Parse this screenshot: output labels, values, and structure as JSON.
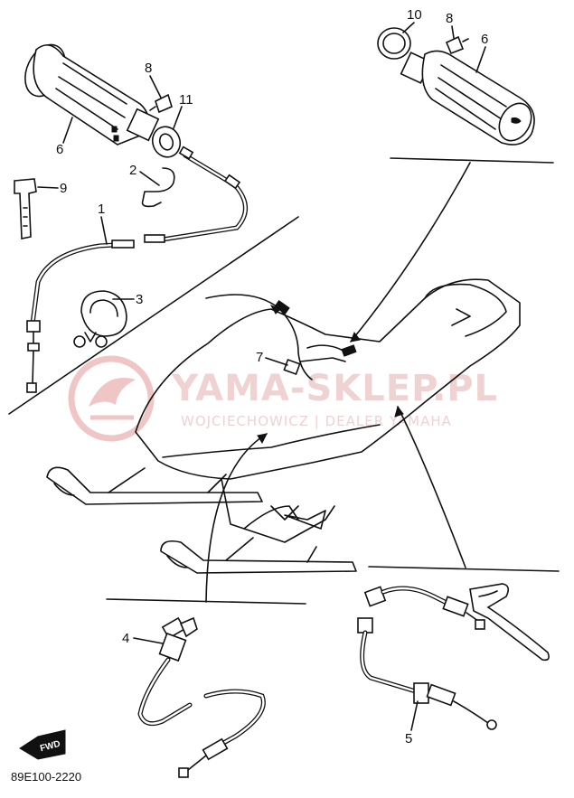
{
  "watermark": {
    "brand": "YAMA-SKLEP.PL",
    "dealer": "WOJCIECHOWICZ | DEALER YAMAHA"
  },
  "diagram_code": "89E100-2220",
  "fwd_label": "FWD",
  "callouts": {
    "c1": "1",
    "c2": "2",
    "c3": "3",
    "c4": "4",
    "c5": "5",
    "c6_left": "6",
    "c6_right": "6",
    "c7": "7",
    "c8_left": "8",
    "c8_right": "8",
    "c9": "9",
    "c10": "10",
    "c11": "11"
  }
}
